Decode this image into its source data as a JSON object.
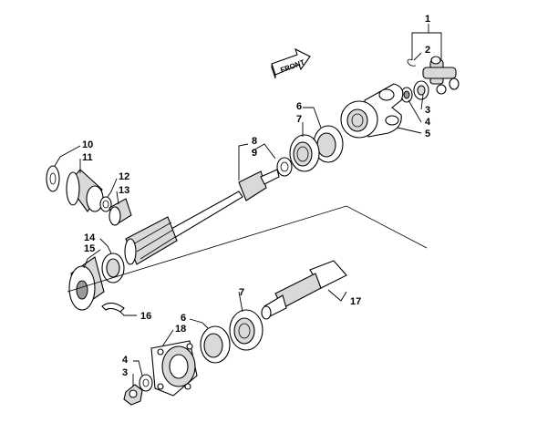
{
  "badge": {
    "text": "FRONT"
  },
  "callouts": [
    {
      "id": "c1",
      "text": "1"
    },
    {
      "id": "c2",
      "text": "2"
    },
    {
      "id": "c3a",
      "text": "3"
    },
    {
      "id": "c4a",
      "text": "4"
    },
    {
      "id": "c5",
      "text": "5"
    },
    {
      "id": "c6a",
      "text": "6"
    },
    {
      "id": "c7a",
      "text": "7"
    },
    {
      "id": "c8",
      "text": "8"
    },
    {
      "id": "c9",
      "text": "9"
    },
    {
      "id": "c10",
      "text": "10"
    },
    {
      "id": "c11",
      "text": "11"
    },
    {
      "id": "c12",
      "text": "12"
    },
    {
      "id": "c13",
      "text": "13"
    },
    {
      "id": "c14",
      "text": "14"
    },
    {
      "id": "c15",
      "text": "15"
    },
    {
      "id": "c16",
      "text": "16"
    },
    {
      "id": "c7b",
      "text": "7"
    },
    {
      "id": "c17",
      "text": "17"
    },
    {
      "id": "c6b",
      "text": "6"
    },
    {
      "id": "c18",
      "text": "18"
    },
    {
      "id": "c4b",
      "text": "4"
    },
    {
      "id": "c3b",
      "text": "3"
    }
  ]
}
